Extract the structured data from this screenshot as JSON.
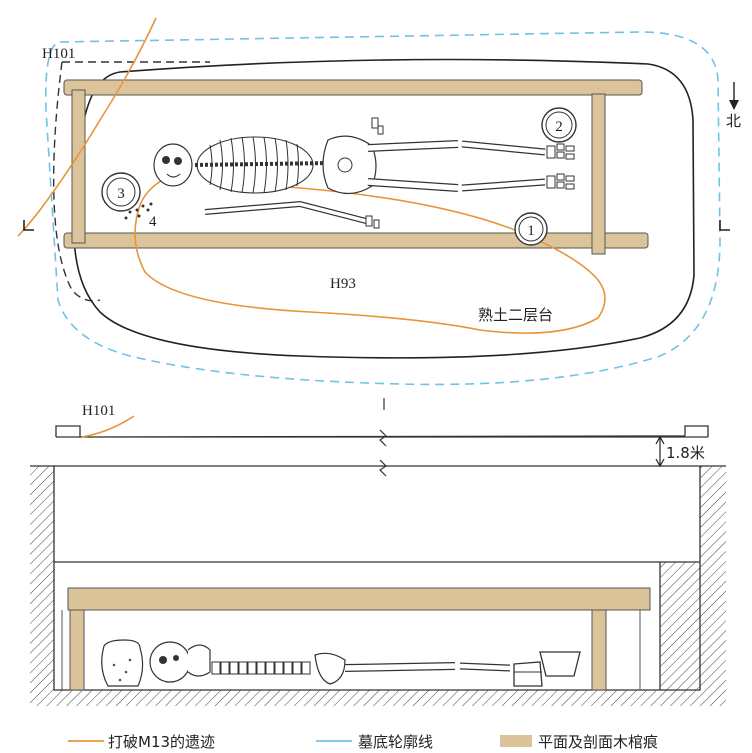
{
  "plan": {
    "h101_label": "H101",
    "h93_label": "H93",
    "platform_label": "熟土二层台",
    "north_label": "北",
    "artifacts": [
      "1",
      "2",
      "3",
      "4"
    ]
  },
  "section": {
    "h101_label": "H101",
    "depth_label": "1.8米"
  },
  "legend": {
    "items": [
      {
        "label": "打破M13的遗迹",
        "color": "#e8943a"
      },
      {
        "label": "墓底轮廓线",
        "color": "#6fc3e8"
      },
      {
        "label": "平面及剖面木棺痕",
        "color": "#dcc49a"
      }
    ]
  }
}
